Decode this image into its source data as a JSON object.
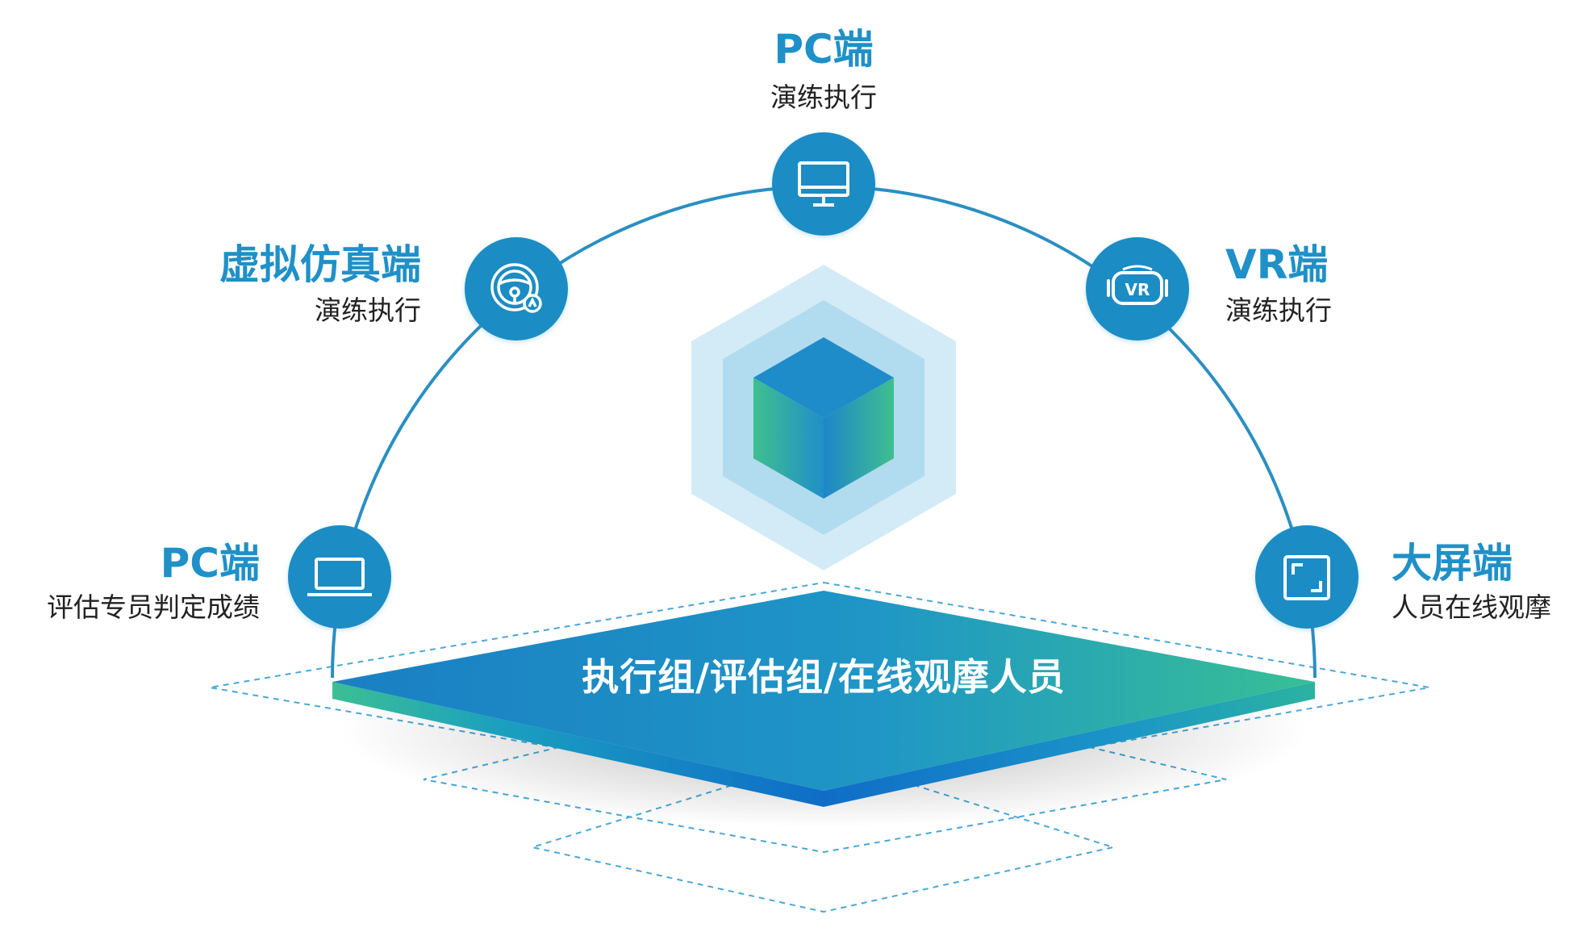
{
  "diagram": {
    "platform_label": "执行组/评估组/在线观摩人员",
    "nodes": [
      {
        "id": "pc-assess",
        "title": "PC端",
        "subtitle": "评估专员判定成绩",
        "icon": "laptop-icon"
      },
      {
        "id": "sim",
        "title": "虚拟仿真端",
        "subtitle": "演练执行",
        "icon": "steering-wheel-icon"
      },
      {
        "id": "pc-exec",
        "title": "PC端",
        "subtitle": "演练执行",
        "icon": "monitor-icon"
      },
      {
        "id": "vr",
        "title": "VR端",
        "subtitle": "演练执行",
        "icon": "vr-headset-icon"
      },
      {
        "id": "bigscreen",
        "title": "大屏端",
        "subtitle": "人员在线观摩",
        "icon": "big-screen-icon"
      }
    ],
    "vr_icon_text": "VR"
  },
  "colors": {
    "accent": "#1f90c8",
    "circle": "#1a8cc4",
    "arc": "#2a8fc2",
    "hex_outer": "#d3ebf6",
    "hex_inner": "#b1dbee",
    "cube_top": "#1e8cc9",
    "cube_green": "#3fbf8f",
    "platform_blue": "#1c84c6",
    "platform_teal": "#2bb3a0",
    "dashed": "#4aa7d6",
    "text_dark": "#222222"
  }
}
